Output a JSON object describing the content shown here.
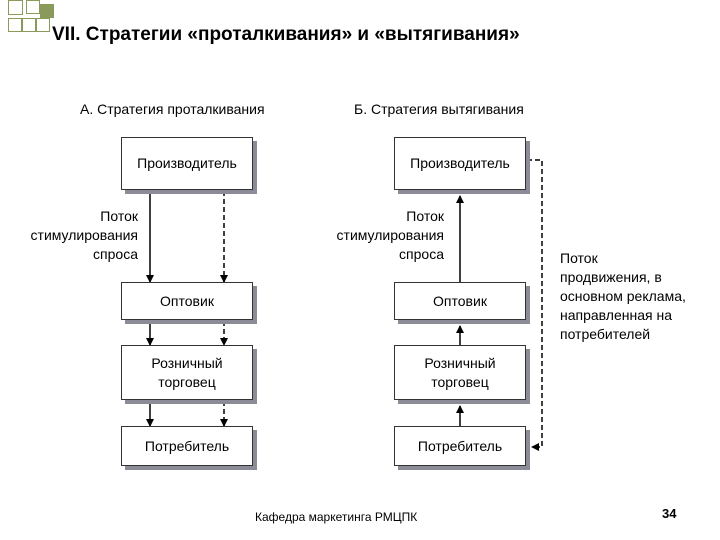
{
  "slide": {
    "title": "VII. Стратегии «проталкивания» и «вытягивания»",
    "footer": "Кафедра маркетинга РМЦПК",
    "page_number": "34"
  },
  "push": {
    "heading": "А. Стратегия проталкивания",
    "producer": "Производитель",
    "flow_label": "Поток\nстимулирования\nспроса",
    "wholesaler": "Оптовик",
    "retailer": "Розничный\nторговец",
    "consumer": "Потребитель"
  },
  "pull": {
    "heading": "Б. Стратегия вытягивания",
    "producer": "Производитель",
    "flow_label": "Поток\nстимулирования\nспроса",
    "wholesaler": "Оптовик",
    "retailer": "Розничный\nторговец",
    "consumer": "Потребитель",
    "promotion_label": "Поток\nпродвижения, в\nосновном реклама,\nнаправленная на\nпотребителей"
  },
  "colors": {
    "box_shadow": "#8c8c98",
    "accent_square": "#8a9a5b"
  }
}
